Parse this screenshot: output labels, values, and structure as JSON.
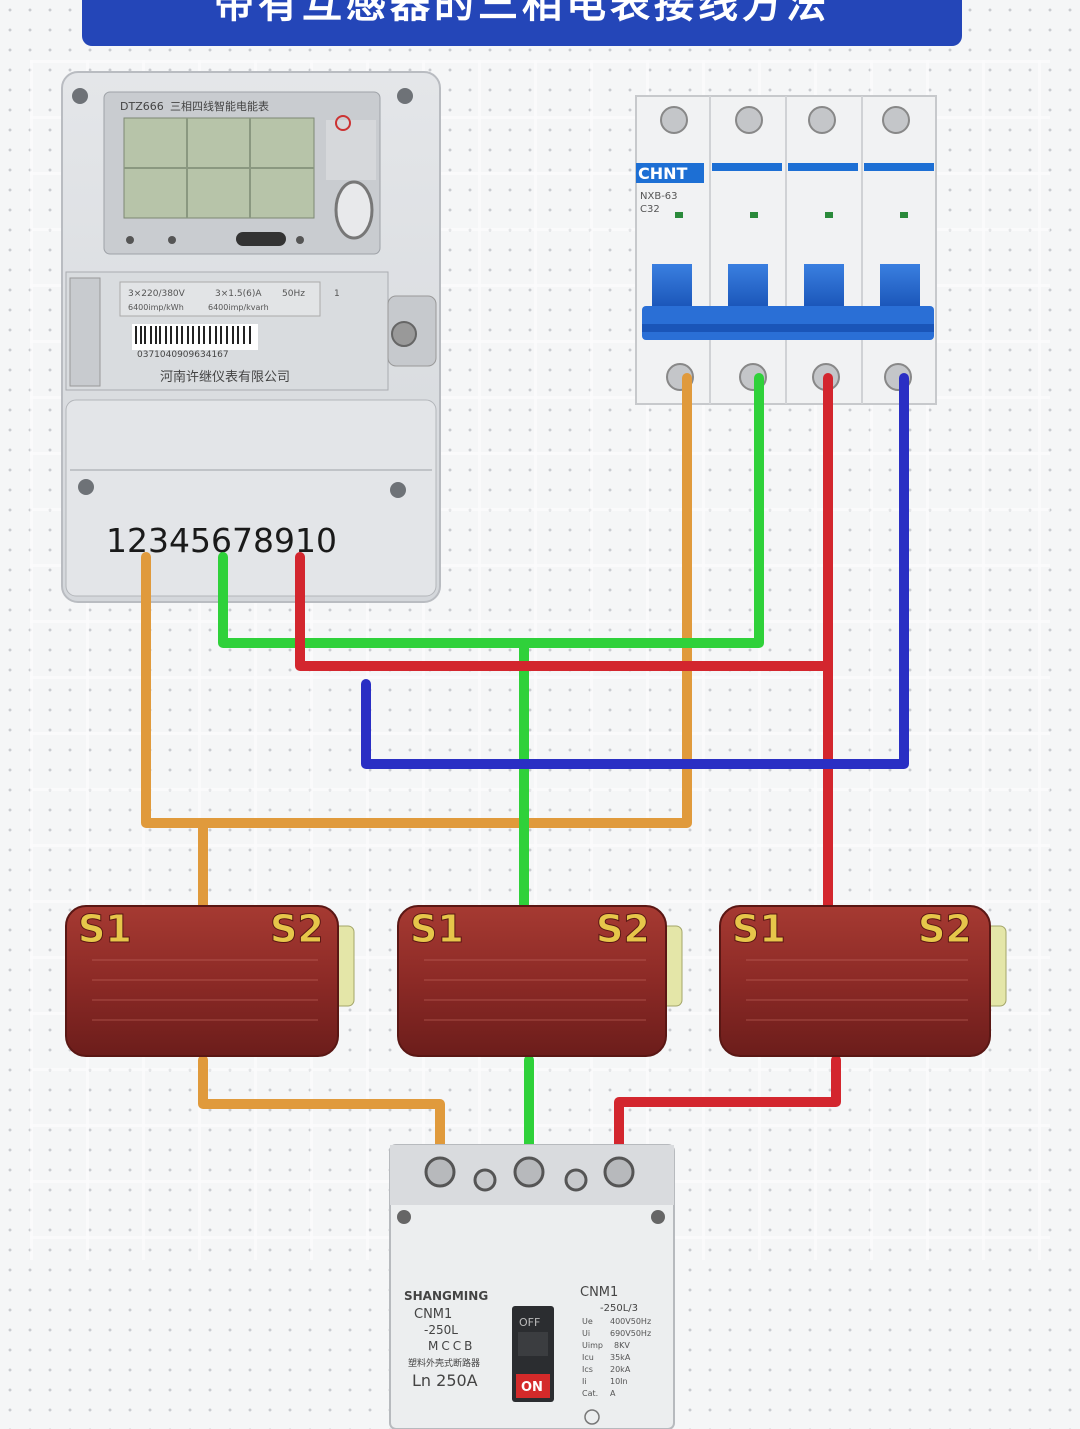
{
  "title": "带有互感器的三相电表接线方法",
  "meter": {
    "model": "DTZ666",
    "product_name": "三相四线智能电能表",
    "nameplate_left": "3×220/380V",
    "nameplate_mid": "3×1.5(6)A",
    "nameplate_hz": "50Hz",
    "nameplate_class": "1",
    "imp_left": "6400imp/kWh",
    "imp_mid": "6400imp/kvarh",
    "barcode_number": "0371040909634167",
    "manufacturer": "河南许继仪表有限公司",
    "terminal_numbers": "12345678910"
  },
  "breaker": {
    "brand": "CHNT",
    "model": "NXB-63",
    "rating": "C32"
  },
  "ct_labels": {
    "s1": "S1",
    "s2": "S2"
  },
  "mccb": {
    "brand": "SHANGMING",
    "model_left": "CNM1",
    "model_left_2": "-250L",
    "type": "MCCB",
    "name_cn": "塑料外壳式断路器",
    "rating": "Ln 250A",
    "off_label": "OFF",
    "on_label": "ON",
    "model_right": "CNM1",
    "model_right_2": "-250L/3",
    "spec_ue": "400V50Hz",
    "spec_ui": "690V50Hz",
    "spec_uimp": "8KV",
    "spec_icu": "35kA",
    "spec_ics": "20kA",
    "spec_ii": "10In",
    "spec_cat": "A"
  },
  "wire_colors": {
    "orange": "#e09a3c",
    "green": "#2fd13a",
    "red": "#d3262e",
    "blue": "#2a2fc4"
  }
}
